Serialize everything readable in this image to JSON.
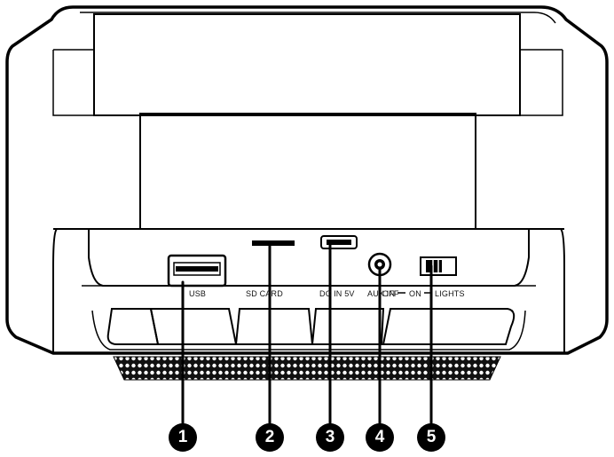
{
  "labels": {
    "usb": "USB",
    "sd_card": "SD CARD",
    "dc_in": "DC IN 5V",
    "aux_in": "AUX IN",
    "switch_off": "OFF",
    "switch_on": "ON",
    "switch_lights": "LIGHTS"
  },
  "callouts": [
    "1",
    "2",
    "3",
    "4",
    "5"
  ],
  "colors": {
    "line": "#000000",
    "background": "#ffffff"
  }
}
